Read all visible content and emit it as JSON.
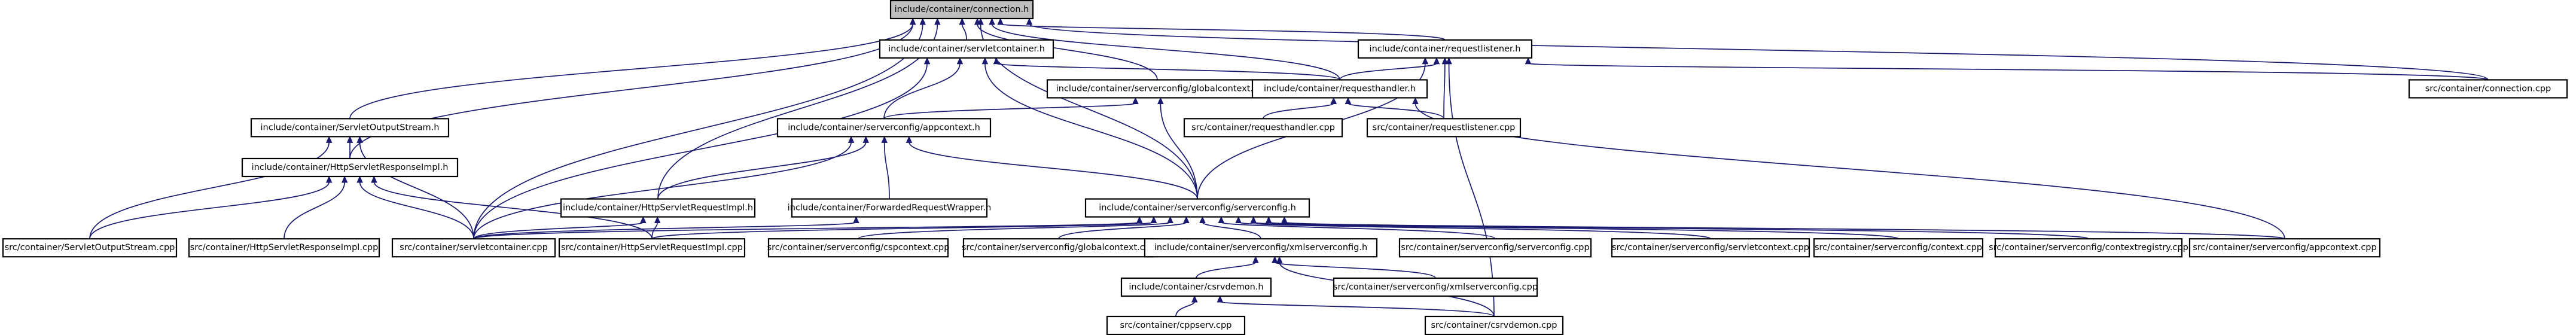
{
  "graph": {
    "nodes": [
      {
        "id": "n0",
        "label": "include/container/connection.h",
        "root": true
      },
      {
        "id": "n1",
        "label": "include/container/ServletOutputStream.h"
      },
      {
        "id": "n2",
        "label": "include/container/HttpServletResponseImpl.h"
      },
      {
        "id": "n3",
        "label": "include/container/servletcontainer.h"
      },
      {
        "id": "n4",
        "label": "include/container/requestlistener.h"
      },
      {
        "id": "n5",
        "label": "include/container/serverconfig/globalcontext.h"
      },
      {
        "id": "n6",
        "label": "include/container/requesthandler.h"
      },
      {
        "id": "n7",
        "label": "src/container/connection.cpp"
      },
      {
        "id": "n8",
        "label": "src/container/requesthandler.cpp"
      },
      {
        "id": "n9",
        "label": "src/container/requestlistener.cpp"
      },
      {
        "id": "n10",
        "label": "include/container/serverconfig/appcontext.h"
      },
      {
        "id": "n11",
        "label": "include/container/HttpServletRequestImpl.h"
      },
      {
        "id": "n12",
        "label": "include/container/ForwardedRequestWrapper.h"
      },
      {
        "id": "n13",
        "label": "include/container/serverconfig/serverconfig.h"
      },
      {
        "id": "n14",
        "label": "src/container/ServletOutputStream.cpp"
      },
      {
        "id": "n15",
        "label": "src/container/HttpServletResponseImpl.cpp"
      },
      {
        "id": "n16",
        "label": "src/container/servletcontainer.cpp"
      },
      {
        "id": "n17",
        "label": "src/container/HttpServletRequestImpl.cpp"
      },
      {
        "id": "n18",
        "label": "src/container/serverconfig/cspcontext.cpp"
      },
      {
        "id": "n19",
        "label": "src/container/serverconfig/globalcontext.cpp"
      },
      {
        "id": "n20",
        "label": "include/container/serverconfig/xmlserverconfig.h"
      },
      {
        "id": "n21",
        "label": "src/container/serverconfig/serverconfig.cpp"
      },
      {
        "id": "n22",
        "label": "src/container/serverconfig/servletcontext.cpp"
      },
      {
        "id": "n23",
        "label": "src/container/serverconfig/context.cpp"
      },
      {
        "id": "n24",
        "label": "src/container/serverconfig/contextregistry.cpp"
      },
      {
        "id": "n25",
        "label": "src/container/serverconfig/appcontext.cpp"
      },
      {
        "id": "n26",
        "label": "include/container/csrvdemon.h"
      },
      {
        "id": "n27",
        "label": "src/container/serverconfig/xmlserverconfig.cpp"
      },
      {
        "id": "n28",
        "label": "src/container/cppserv.cpp"
      },
      {
        "id": "n29",
        "label": "src/container/csrvdemon.cpp"
      }
    ],
    "edges": [
      [
        "n1",
        "n0"
      ],
      [
        "n2",
        "n0"
      ],
      [
        "n3",
        "n0"
      ],
      [
        "n4",
        "n0"
      ],
      [
        "n5",
        "n0"
      ],
      [
        "n6",
        "n0"
      ],
      [
        "n7",
        "n0"
      ],
      [
        "n11",
        "n0"
      ],
      [
        "n13",
        "n0"
      ],
      [
        "n16",
        "n0"
      ],
      [
        "n6",
        "n3"
      ],
      [
        "n10",
        "n3"
      ],
      [
        "n13",
        "n3"
      ],
      [
        "n16",
        "n3"
      ],
      [
        "n6",
        "n4"
      ],
      [
        "n7",
        "n4"
      ],
      [
        "n9",
        "n4"
      ],
      [
        "n13",
        "n4"
      ],
      [
        "n29",
        "n4"
      ],
      [
        "n8",
        "n6"
      ],
      [
        "n9",
        "n6"
      ],
      [
        "n25",
        "n6"
      ],
      [
        "n10",
        "n5"
      ],
      [
        "n13",
        "n5"
      ],
      [
        "n11",
        "n10"
      ],
      [
        "n12",
        "n10"
      ],
      [
        "n13",
        "n10"
      ],
      [
        "n16",
        "n10"
      ],
      [
        "n2",
        "n1"
      ],
      [
        "n14",
        "n1"
      ],
      [
        "n16",
        "n1"
      ],
      [
        "n14",
        "n2"
      ],
      [
        "n15",
        "n2"
      ],
      [
        "n16",
        "n2"
      ],
      [
        "n17",
        "n2"
      ],
      [
        "n16",
        "n11"
      ],
      [
        "n17",
        "n11"
      ],
      [
        "n16",
        "n12"
      ],
      [
        "n16",
        "n13"
      ],
      [
        "n17",
        "n13"
      ],
      [
        "n18",
        "n13"
      ],
      [
        "n19",
        "n13"
      ],
      [
        "n20",
        "n13"
      ],
      [
        "n21",
        "n13"
      ],
      [
        "n22",
        "n13"
      ],
      [
        "n23",
        "n13"
      ],
      [
        "n24",
        "n13"
      ],
      [
        "n25",
        "n13"
      ],
      [
        "n26",
        "n20"
      ],
      [
        "n27",
        "n20"
      ],
      [
        "n29",
        "n20"
      ],
      [
        "n28",
        "n26"
      ],
      [
        "n29",
        "n26"
      ]
    ]
  }
}
